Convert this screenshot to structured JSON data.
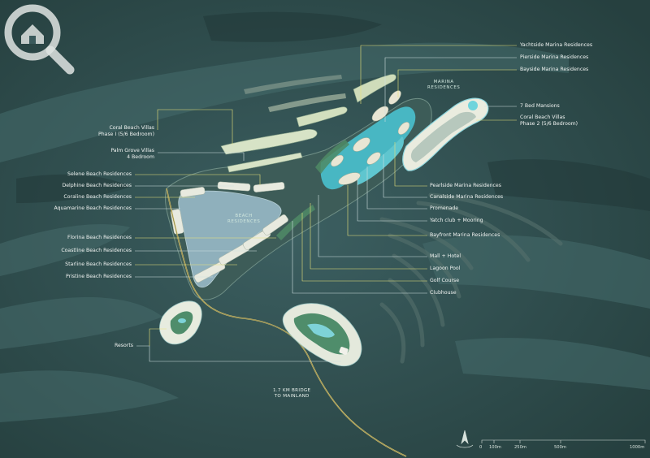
{
  "labels_right": [
    "Yachtside Marina Residences",
    "Pierside Marina Residences",
    "Bayside Marina Residences",
    "7 Bed Mansions",
    "Coral Beach Villas",
    "Phase 2 (5/6 Bedroom)",
    "Pearlside Marina Residences",
    "Canalside Marina Residences",
    "Promenade",
    "Yatch club + Mooring",
    "Bayfront Marina Residences",
    "Mall + Hotel",
    "Lagoon Pool",
    "Golf Course",
    "Clubhouse"
  ],
  "labels_left": [
    "Coral Beach Villas",
    "Phase I (5/6 Bedroom)",
    "Palm Grove Villas",
    "4 Bedroom",
    "Selene Beach Residences",
    "Delphine Beach Residences",
    "Coraline Beach Residences",
    "Aquamarine Beach Residences",
    "Florina Beach Residences",
    "Coastline Beach Residences",
    "Starline Beach Residences",
    "Pristine Beach Residences",
    "Resorts"
  ],
  "area_labels": {
    "marina": [
      "MARINA",
      "RESIDENCES"
    ],
    "beach": [
      "BEACH",
      "RESIDENCES"
    ]
  },
  "bridge_label": [
    "1.7 KM BRIDGE",
    "TO MAINLAND"
  ],
  "scale": {
    "ticks": [
      "0",
      "100m",
      "250m",
      "500m",
      "1000m"
    ],
    "values_m": [
      0,
      100,
      250,
      500,
      1000
    ]
  },
  "colors": {
    "sea": "#2c4a4e",
    "water_light": "#3f6466",
    "lagoon": "#8fb3bf",
    "marina_water": "#46b6c4",
    "leader_line": "#e9e37a",
    "leader_line_alt": "#cfe0e0",
    "label_text": "#f1f4f2"
  },
  "icons": [
    "search-house-icon",
    "compass-icon"
  ]
}
